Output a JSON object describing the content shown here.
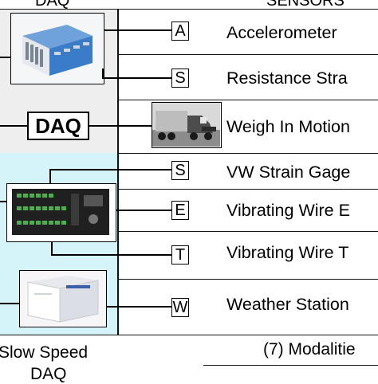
{
  "headers": {
    "daq_header": "DAQ",
    "sensors_header": "SENSORS"
  },
  "center_label": "DAQ",
  "sensors": [
    {
      "badge": "A",
      "name": "Accelerometer"
    },
    {
      "badge": "S",
      "name": "Resistance Stra"
    },
    {
      "badge": "",
      "name": "Weigh In Motion"
    },
    {
      "badge": "S",
      "name": "VW Strain Gage"
    },
    {
      "badge": "E",
      "name": "Vibrating Wire E"
    },
    {
      "badge": "T",
      "name": "Vibrating Wire T"
    },
    {
      "badge": "W",
      "name": "Weather Station"
    }
  ],
  "footer": {
    "left_line1": "Slow Speed",
    "left_line2": "DAQ",
    "right": "(7) Modalitie"
  },
  "colors": {
    "fast_panel": "#eeeeee",
    "slow_panel": "#d4f4fa",
    "device_blue": "#3a7cc7"
  },
  "icons": [
    "daq-rack-icon",
    "truck-icon",
    "datalogger-icon",
    "weather-station-icon"
  ]
}
